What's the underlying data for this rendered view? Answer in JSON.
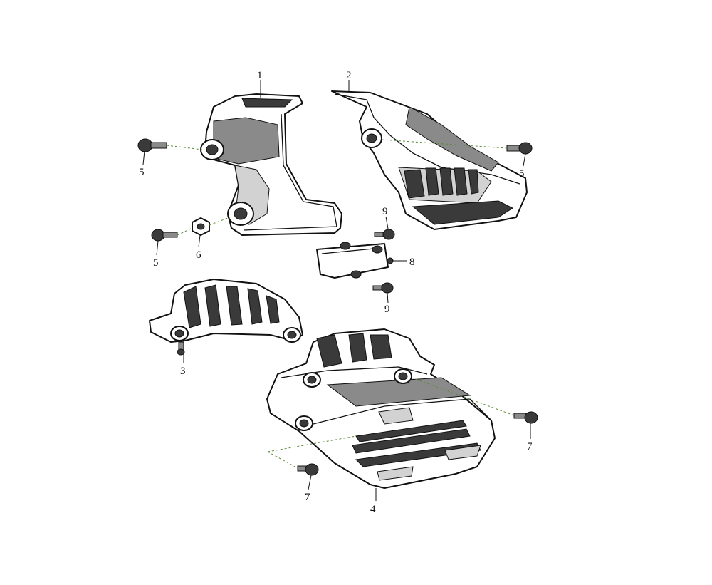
{
  "diagram": {
    "callouts": {
      "p1": "1",
      "p2": "2",
      "p3": "3",
      "p4": "4",
      "p5a": "5",
      "p5b": "5",
      "p5c": "5",
      "p6": "6",
      "p7a": "7",
      "p7b": "7",
      "p8": "8",
      "p9a": "9",
      "p9b": "9"
    },
    "colors": {
      "line": "#111111",
      "shade": "#3a3a3a",
      "guide": "#5a8a3a"
    }
  }
}
